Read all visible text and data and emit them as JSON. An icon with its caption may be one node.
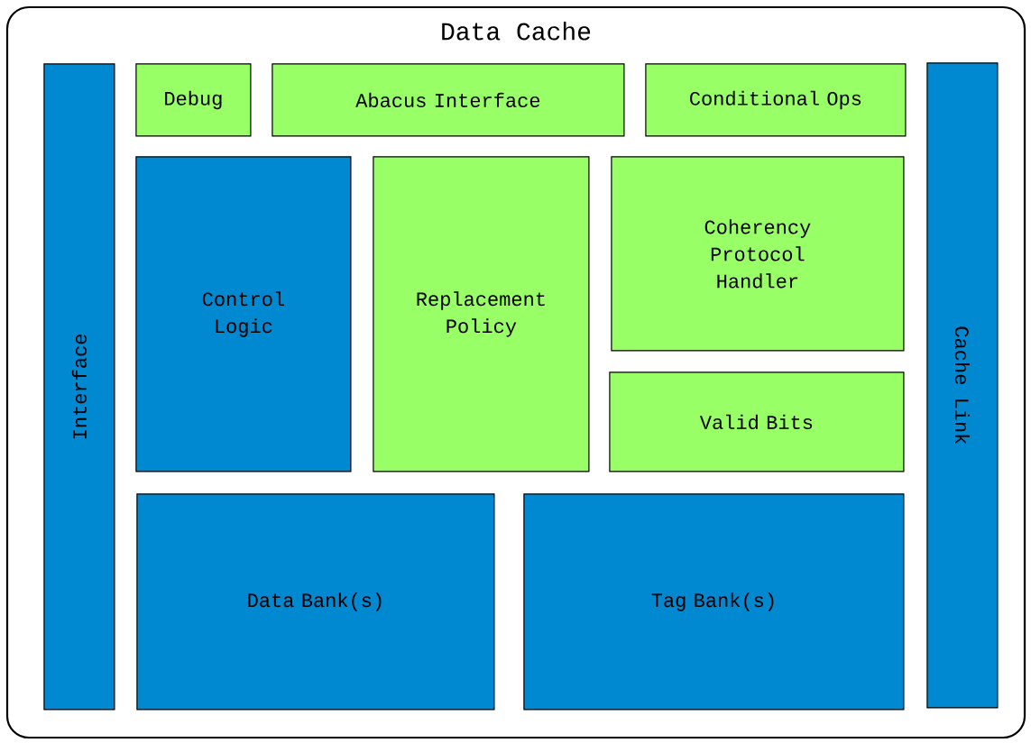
{
  "diagram": {
    "nodes": [
      {
        "text": [
          "Data Cache"
        ]
      },
      {
        "text": [
          "Interface"
        ],
        "in": 0
      },
      {
        "text": [
          "Debug"
        ],
        "in": 0
      },
      {
        "text": [
          "Abacus Interface"
        ],
        "in": 0
      },
      {
        "text": [
          "Conditional Ops"
        ],
        "in": 0
      },
      {
        "text": [
          "Control Logic"
        ],
        "in": 0
      },
      {
        "text": [
          "Replacement Policy"
        ],
        "in": 0
      },
      {
        "text": [
          "Coherency Protocol Handler"
        ],
        "in": 0
      },
      {
        "text": [
          "Valid Bits"
        ],
        "in": 0
      },
      {
        "text": [
          "Data Bank(s)"
        ],
        "in": 0
      },
      {
        "text": [
          "Tag Bank(s)"
        ],
        "in": 0
      },
      {
        "text": [
          "Cache Link"
        ],
        "in": 0
      }
    ]
  }
}
